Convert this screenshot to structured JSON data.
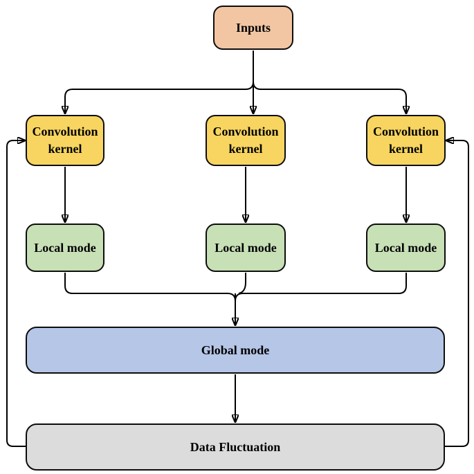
{
  "diagram": {
    "background_color": "#ffffff",
    "line_color": "#000000",
    "text_color": "#000000",
    "nodes": {
      "inputs": {
        "label": "Inputs",
        "fill": "#f3c6a3"
      },
      "conv_left": {
        "label": "Convolution\nkernel",
        "fill": "#f7d560"
      },
      "conv_mid": {
        "label": "Convolution\nkernel",
        "fill": "#f7d560"
      },
      "conv_right": {
        "label": "Convolution\nkernel",
        "fill": "#f7d560"
      },
      "local_left": {
        "label": "Local mode",
        "fill": "#c7e0b6"
      },
      "local_mid": {
        "label": "Local mode",
        "fill": "#c7e0b6"
      },
      "local_right": {
        "label": "Local mode",
        "fill": "#c7e0b6"
      },
      "global": {
        "label": "Global mode",
        "fill": "#b6c6e6"
      },
      "data_fluctuation": {
        "label": "Data Fluctuation",
        "fill": "#dcdcdc"
      }
    },
    "edges": [
      {
        "from": "inputs",
        "to": "conv_left"
      },
      {
        "from": "inputs",
        "to": "conv_mid"
      },
      {
        "from": "inputs",
        "to": "conv_right"
      },
      {
        "from": "conv_left",
        "to": "local_left"
      },
      {
        "from": "conv_mid",
        "to": "local_mid"
      },
      {
        "from": "conv_right",
        "to": "local_right"
      },
      {
        "from": "local_left",
        "to": "global"
      },
      {
        "from": "local_mid",
        "to": "global"
      },
      {
        "from": "local_right",
        "to": "global"
      },
      {
        "from": "global",
        "to": "data_fluctuation"
      },
      {
        "from": "data_fluctuation",
        "to": "conv_left"
      },
      {
        "from": "data_fluctuation",
        "to": "conv_right"
      }
    ]
  }
}
